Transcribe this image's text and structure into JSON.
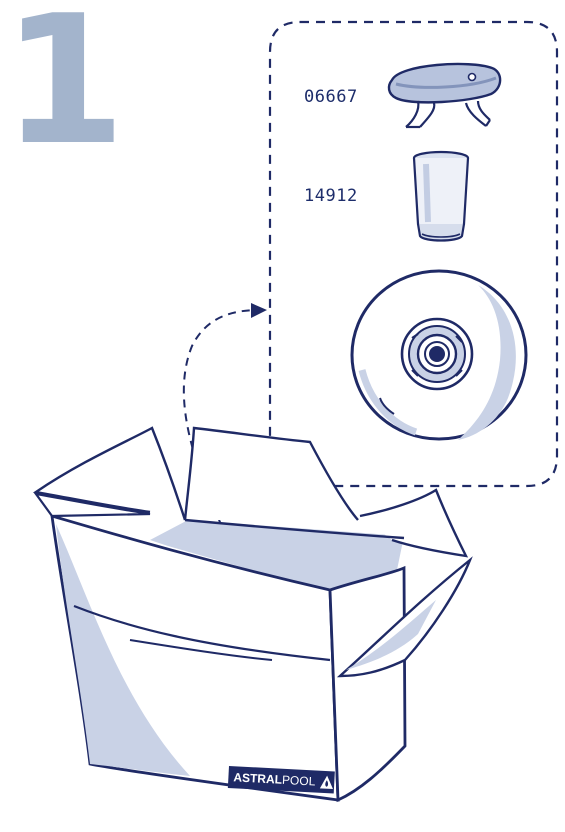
{
  "step": {
    "number": "1"
  },
  "parts": [
    {
      "code": "06667",
      "icon": "wall-key-icon"
    },
    {
      "code": "14912",
      "icon": "plug-icon"
    },
    {
      "code": "",
      "icon": "skimmer-cover-icon"
    }
  ],
  "brand": {
    "name_bold": "ASTRAL",
    "name_light": "POOL",
    "color": "#1f2a66"
  },
  "colors": {
    "ink": "#1f2a66",
    "shade": "#c9d2e6",
    "step": "#a3b4cc"
  }
}
